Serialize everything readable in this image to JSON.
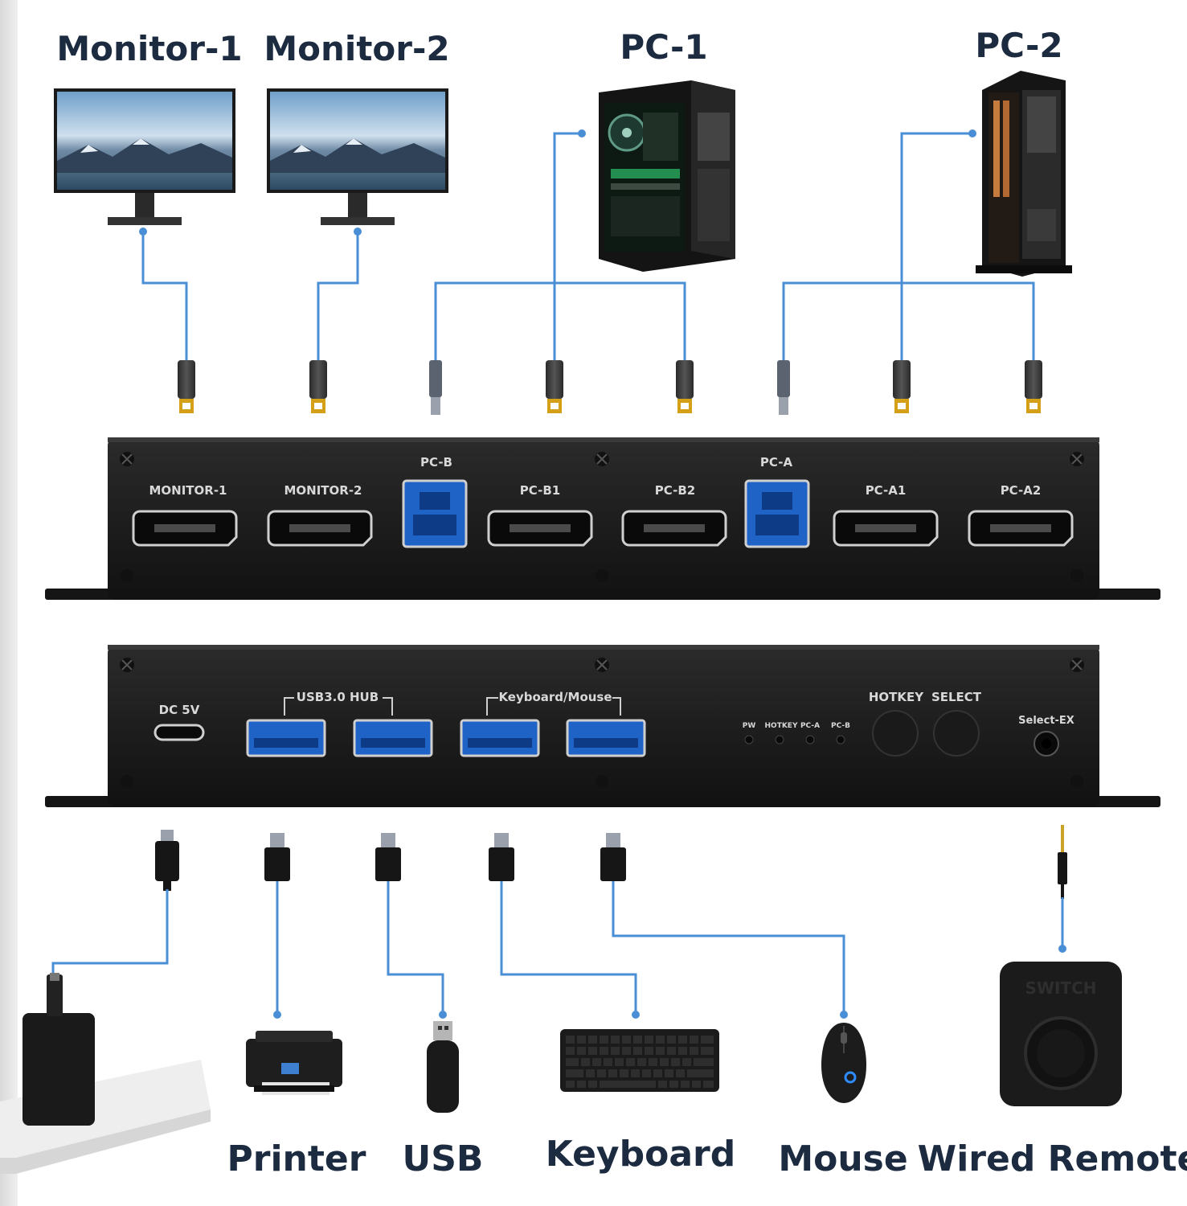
{
  "top_labels": {
    "monitor1": "Monitor-1",
    "monitor2": "Monitor-2",
    "pc1": "PC-1",
    "pc2": "PC-2"
  },
  "front_panel": {
    "monitor1": "MONITOR-1",
    "monitor2": "MONITOR-2",
    "pcb": "PC-B",
    "pcb1": "PC-B1",
    "pcb2": "PC-B2",
    "pca": "PC-A",
    "pca1": "PC-A1",
    "pca2": "PC-A2"
  },
  "back_panel": {
    "dc": "DC 5V",
    "usb_hub": "USB3.0 HUB",
    "kbm": "Keyboard/Mouse",
    "pw": "PW",
    "hotkey_led": "HOTKEY",
    "pca_led": "PC-A",
    "pcb_led": "PC-B",
    "hotkey_btn": "HOTKEY",
    "select_btn": "SELECT",
    "select_ex": "Select-EX"
  },
  "bottom_labels": {
    "printer": "Printer",
    "usb": "USB",
    "keyboard": "Keyboard",
    "mouse": "Mouse",
    "remote": "Wired Remote"
  },
  "remote_text": "SWITCH",
  "colors": {
    "cable": "#4a8fd6",
    "device": "#1b1b1b",
    "usb_blue": "#1f63c7",
    "label_text": "#1c2b40"
  }
}
